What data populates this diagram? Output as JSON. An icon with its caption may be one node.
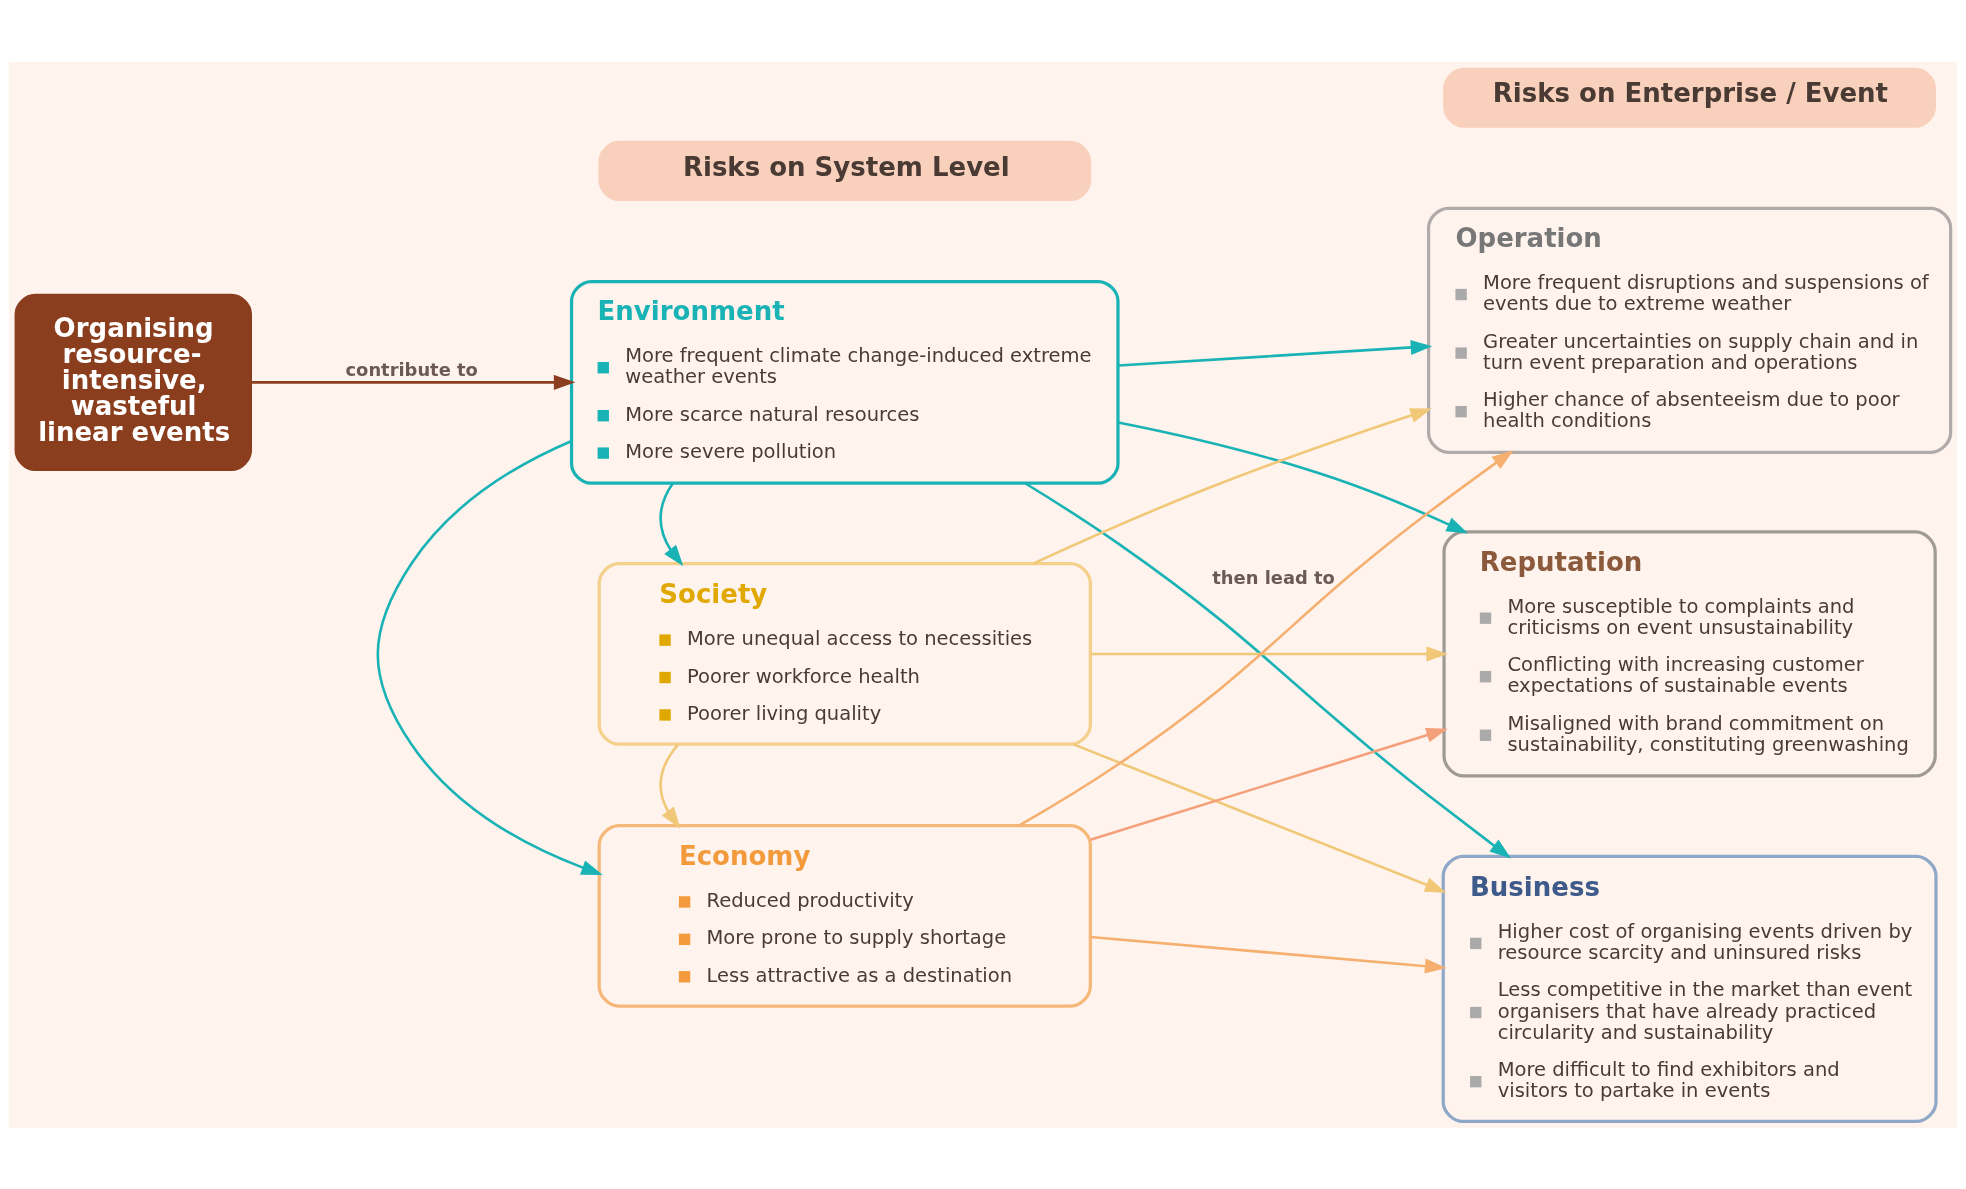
{
  "diagram": {
    "nodes": [
      {
        "text": [
          "Organising resource-intensive, wasteful linear events"
        ]
      },
      {
        "text": [
          "Risks on System Level"
        ]
      },
      {
        "text": [
          "Environment",
          "More frequent climate change-induced extreme weather events",
          "More scarce natural resources",
          "More severe pollution"
        ]
      },
      {
        "text": [
          "Society",
          "More unequal access to necessities",
          "Poorer workforce health",
          "Poorer living quality"
        ]
      },
      {
        "text": [
          "Economy",
          "Reduced productivity",
          "More prone to supply shortage",
          "Less attractive as a destination"
        ]
      },
      {
        "text": [
          "Risks on Enterprise / Event"
        ]
      },
      {
        "text": [
          "Operation",
          "More frequent disruptions and suspensions of events due to extreme weather",
          "Greater uncertainties on supply chain and in turn event preparation and operations",
          "Higher chance of absenteeism due to poor health conditions"
        ]
      },
      {
        "text": [
          "Reputation",
          "More susceptible to complaints and criticisms on event unsustainability",
          "Conflicting with increasing customer expectations of sustainable events",
          "Misaligned with brand commitment on sustainability, constituting greenwashing"
        ]
      },
      {
        "text": [
          "Business",
          "Higher cost of organising events driven by resource scarcity and uninsured risks",
          "Less competitive in the market than event organisers that have already practiced circularity and sustainability",
          "More difficult to find exhibitors and visitors to partake in events"
        ]
      }
    ],
    "edges": [
      {
        "from": 0,
        "to": 2,
        "arrow": "to",
        "label": "contribute to",
        "color": "#8b3e1e"
      },
      {
        "from": 4,
        "to": 6,
        "arrow": "to",
        "label": "then lead to",
        "color": "#f5b070"
      },
      {
        "from": 3,
        "to": 6,
        "arrow": "to",
        "color": "#f0c878"
      },
      {
        "from": 2,
        "to": 6,
        "arrow": "to"
      },
      {
        "from": 4,
        "to": 7,
        "arrow": "to",
        "color": "#f4a07a"
      },
      {
        "from": 3,
        "to": 7,
        "arrow": "to",
        "color": "#f0c878"
      },
      {
        "from": 2,
        "to": 3,
        "arrow": "to"
      },
      {
        "from": 2,
        "to": 7,
        "arrow": "to"
      },
      {
        "from": 4,
        "to": 8,
        "arrow": "to",
        "color": "#f5b070"
      },
      {
        "from": 3,
        "to": 4,
        "arrow": "to",
        "color": "#f0c878"
      },
      {
        "from": 3,
        "to": 8,
        "arrow": "to",
        "color": "#f0c878"
      },
      {
        "from": 2,
        "to": 4,
        "arrow": "to"
      },
      {
        "from": 2,
        "to": 8,
        "arrow": "to"
      }
    ]
  }
}
